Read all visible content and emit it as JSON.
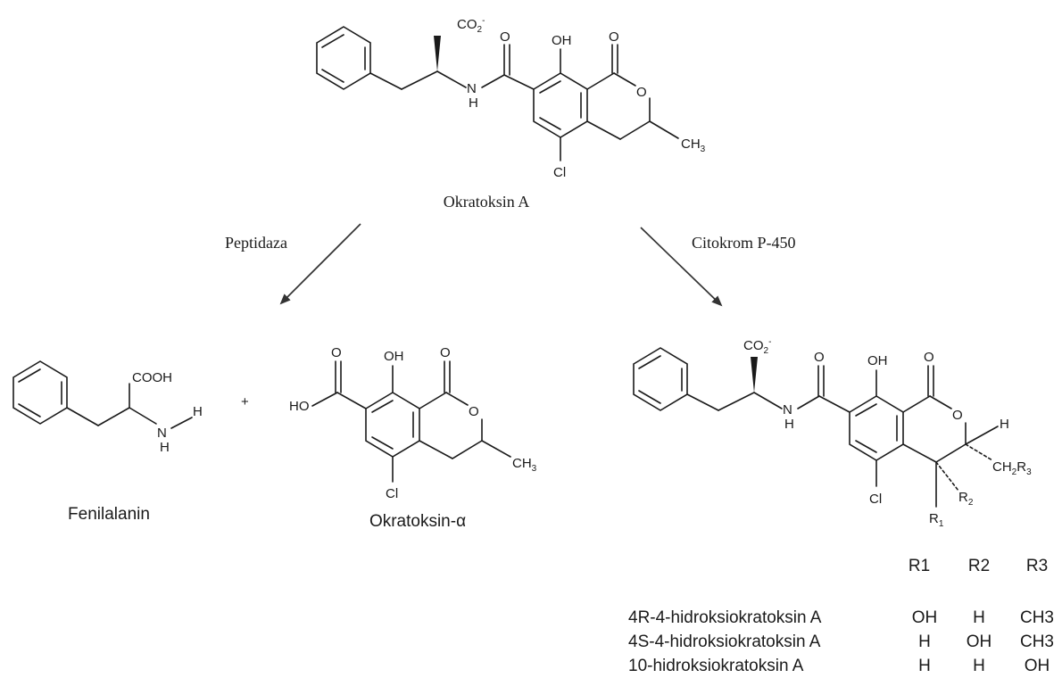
{
  "compounds": {
    "ota": {
      "name": "Okratoksin A"
    },
    "phe": {
      "name": "Fenilalanin"
    },
    "otalpha": {
      "name": "Okratoksin-α"
    },
    "plus": "+"
  },
  "reactions": {
    "left": {
      "enzyme": "Peptidaza"
    },
    "right": {
      "enzyme": "Citokrom P-450"
    }
  },
  "atoms": {
    "oh": "OH",
    "o": "O",
    "cl": "Cl",
    "n": "N",
    "h": "H",
    "hn_h": "H",
    "co2": "CO",
    "co2_sub": "2",
    "co2_sup": "-",
    "ch": "CH",
    "ch_sub": "3",
    "cooh": "COOH",
    "ho": "HO",
    "ch2": "CH",
    "ch2_sub": "2",
    "r": "R",
    "r3_sub": "3",
    "r1_sub": "1",
    "r2_sub": "2"
  },
  "table": {
    "headers": [
      "R1",
      "R2",
      "R3"
    ],
    "rows": [
      {
        "name": "4R-4-hidroksiokratoksin A",
        "r1": "OH",
        "r2": "H",
        "r3": "CH3"
      },
      {
        "name": "4S-4-hidroksiokratoksin A",
        "r1": "H",
        "r2": "OH",
        "r3": "CH3"
      },
      {
        "name": "10-hidroksiokratoksin A",
        "r1": "H",
        "r2": "H",
        "r3": "OH"
      }
    ]
  }
}
